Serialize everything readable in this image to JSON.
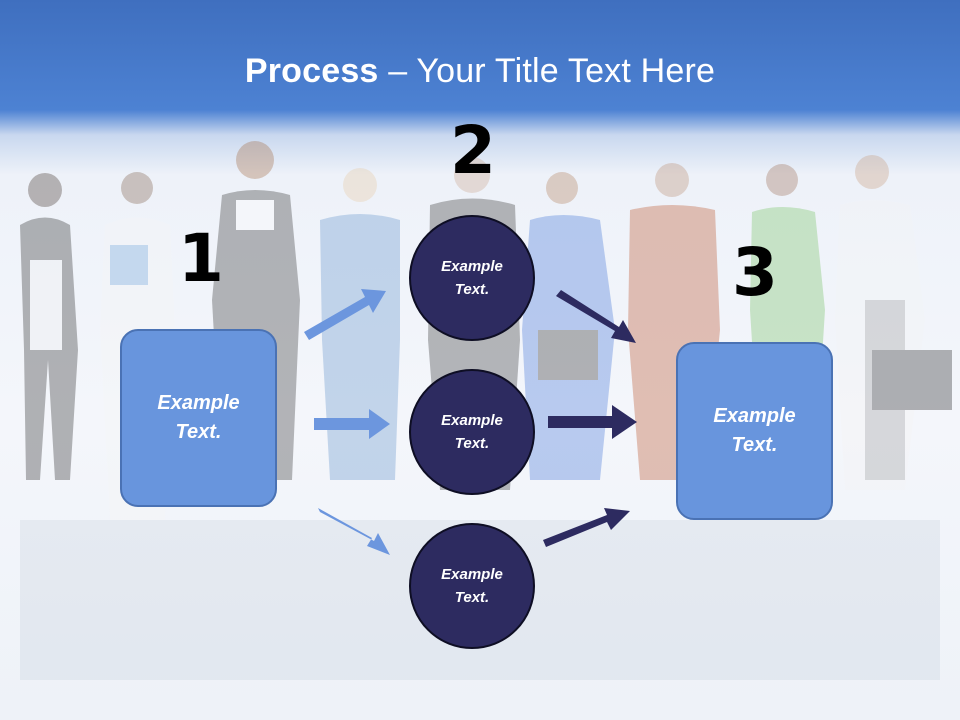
{
  "title": {
    "bold": "Process",
    "rest": " – Your Title Text Here"
  },
  "steps": {
    "one": "1",
    "two": "2",
    "three": "3"
  },
  "left_box": {
    "text": "Example\nText."
  },
  "right_box": {
    "text": "Example\nText."
  },
  "circles": [
    {
      "text": "Example\nText."
    },
    {
      "text": "Example\nText."
    },
    {
      "text": "Example\nText."
    }
  ],
  "colors": {
    "box": "#6895dd",
    "circle": "#2d2b60",
    "arrow_light": "#6c96de",
    "arrow_dark": "#2d2b60",
    "header": "#4d82d3"
  }
}
